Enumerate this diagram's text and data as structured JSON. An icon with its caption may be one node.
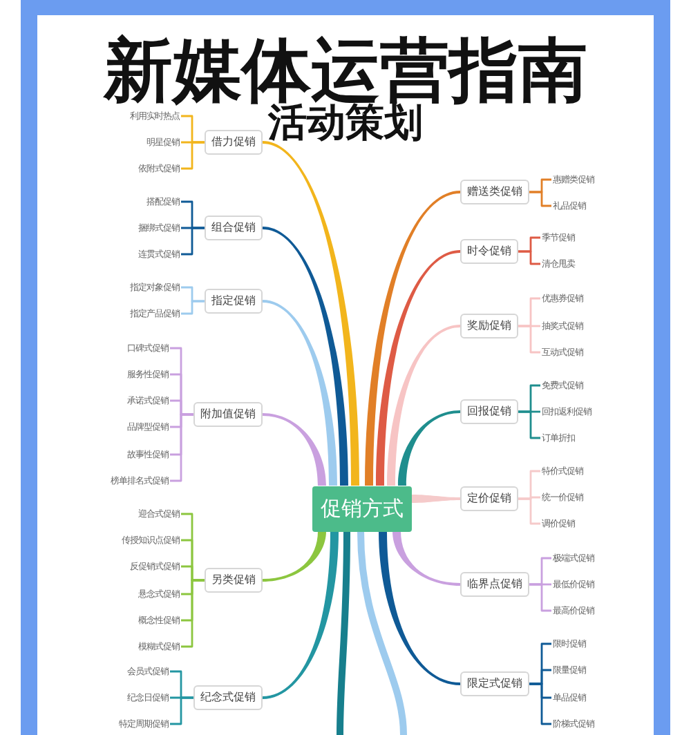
{
  "diagram": {
    "title": "新媒体运营指南",
    "nodes": [
      {
        "text": [
          "促销方式"
        ]
      },
      {
        "text": [
          "借力促销"
        ]
      },
      {
        "text": [
          "利用实时热点"
        ]
      },
      {
        "text": [
          "明星促销"
        ]
      },
      {
        "text": [
          "依附式促销"
        ]
      },
      {
        "text": [
          "组合促销"
        ]
      },
      {
        "text": [
          "搭配促销"
        ]
      },
      {
        "text": [
          "捆绑式促销"
        ]
      },
      {
        "text": [
          "连贯式促销"
        ]
      },
      {
        "text": [
          "指定促销"
        ]
      },
      {
        "text": [
          "指定对象促销"
        ]
      },
      {
        "text": [
          "指定产品促销"
        ]
      },
      {
        "text": [
          "附加值促销"
        ]
      },
      {
        "text": [
          "口碑式促销"
        ]
      },
      {
        "text": [
          "服务性促销"
        ]
      },
      {
        "text": [
          "承诺式促销"
        ]
      },
      {
        "text": [
          "品牌型促销"
        ]
      },
      {
        "text": [
          "故事性促销"
        ]
      },
      {
        "text": [
          "榜单排名式促销"
        ]
      },
      {
        "text": [
          "另类促销"
        ]
      },
      {
        "text": [
          "迎合式促销"
        ]
      },
      {
        "text": [
          "传授知识点促销"
        ]
      },
      {
        "text": [
          "反促销式促销"
        ]
      },
      {
        "text": [
          "悬念式促销"
        ]
      },
      {
        "text": [
          "概念性促销"
        ]
      },
      {
        "text": [
          "模糊式促销"
        ]
      },
      {
        "text": [
          "纪念式促销"
        ]
      },
      {
        "text": [
          "会员式促销"
        ]
      },
      {
        "text": [
          "纪念日促销"
        ]
      },
      {
        "text": [
          "特定周期促销"
        ]
      },
      {
        "text": [
          "赠送类促销"
        ]
      },
      {
        "text": [
          "惠赠类促销"
        ]
      },
      {
        "text": [
          "礼品促销"
        ]
      },
      {
        "text": [
          "时令促销"
        ]
      },
      {
        "text": [
          "季节促销"
        ]
      },
      {
        "text": [
          "清仓甩卖"
        ]
      },
      {
        "text": [
          "奖励促销"
        ]
      },
      {
        "text": [
          "优惠券促销"
        ]
      },
      {
        "text": [
          "抽奖式促销"
        ]
      },
      {
        "text": [
          "互动式促销"
        ]
      },
      {
        "text": [
          "回报促销"
        ]
      },
      {
        "text": [
          "免费式促销"
        ]
      },
      {
        "text": [
          "回扣返利促销"
        ]
      },
      {
        "text": [
          "订单折扣"
        ]
      },
      {
        "text": [
          "定价促销"
        ]
      },
      {
        "text": [
          "特价式促销"
        ]
      },
      {
        "text": [
          "统一价促销"
        ]
      },
      {
        "text": [
          "调价促销"
        ]
      },
      {
        "text": [
          "临界点促销"
        ]
      },
      {
        "text": [
          "极端式促销"
        ]
      },
      {
        "text": [
          "最低价促销"
        ]
      },
      {
        "text": [
          "最高价促销"
        ]
      },
      {
        "text": [
          "限定式促销"
        ]
      },
      {
        "text": [
          "限时促销"
        ]
      },
      {
        "text": [
          "限量促销"
        ]
      },
      {
        "text": [
          "单品促销"
        ]
      },
      {
        "text": [
          "阶梯式促销"
        ]
      }
    ],
    "edges": [
      {
        "from": 0,
        "to": 1,
        "arrow": "none",
        "style": "thick",
        "color": "#f2b51c"
      },
      {
        "from": 1,
        "to": 2,
        "arrow": "none",
        "color": "#f2b51c"
      },
      {
        "from": 1,
        "to": 3,
        "arrow": "none",
        "color": "#f2b51c"
      },
      {
        "from": 1,
        "to": 4,
        "arrow": "none",
        "color": "#f2b51c"
      },
      {
        "from": 0,
        "to": 5,
        "arrow": "none",
        "style": "thick",
        "color": "#0f5a96"
      },
      {
        "from": 5,
        "to": 6,
        "arrow": "none",
        "color": "#0f5a96"
      },
      {
        "from": 5,
        "to": 7,
        "arrow": "none",
        "color": "#0f5a96"
      },
      {
        "from": 5,
        "to": 8,
        "arrow": "none",
        "color": "#0f5a96"
      },
      {
        "from": 0,
        "to": 9,
        "arrow": "none",
        "style": "thick",
        "color": "#9dcbee"
      },
      {
        "from": 9,
        "to": 10,
        "arrow": "none",
        "color": "#9dcbee"
      },
      {
        "from": 9,
        "to": 11,
        "arrow": "none",
        "color": "#9dcbee"
      },
      {
        "from": 0,
        "to": 12,
        "arrow": "none",
        "style": "thick",
        "color": "#c9a0df"
      },
      {
        "from": 12,
        "to": 13,
        "arrow": "none",
        "color": "#c9a0df"
      },
      {
        "from": 12,
        "to": 14,
        "arrow": "none",
        "color": "#c9a0df"
      },
      {
        "from": 12,
        "to": 15,
        "arrow": "none",
        "color": "#c9a0df"
      },
      {
        "from": 12,
        "to": 16,
        "arrow": "none",
        "color": "#c9a0df"
      },
      {
        "from": 12,
        "to": 17,
        "arrow": "none",
        "color": "#c9a0df"
      },
      {
        "from": 12,
        "to": 18,
        "arrow": "none",
        "color": "#c9a0df"
      },
      {
        "from": 0,
        "to": 19,
        "arrow": "none",
        "style": "thick",
        "color": "#8cc63f"
      },
      {
        "from": 19,
        "to": 20,
        "arrow": "none",
        "color": "#8cc63f"
      },
      {
        "from": 19,
        "to": 21,
        "arrow": "none",
        "color": "#8cc63f"
      },
      {
        "from": 19,
        "to": 22,
        "arrow": "none",
        "color": "#8cc63f"
      },
      {
        "from": 19,
        "to": 23,
        "arrow": "none",
        "color": "#8cc63f"
      },
      {
        "from": 19,
        "to": 24,
        "arrow": "none",
        "color": "#8cc63f"
      },
      {
        "from": 19,
        "to": 25,
        "arrow": "none",
        "color": "#8cc63f"
      },
      {
        "from": 0,
        "to": 26,
        "arrow": "none",
        "style": "thick",
        "color": "#2396a2"
      },
      {
        "from": 26,
        "to": 27,
        "arrow": "none",
        "color": "#2396a2"
      },
      {
        "from": 26,
        "to": 28,
        "arrow": "none",
        "color": "#2396a2"
      },
      {
        "from": 26,
        "to": 29,
        "arrow": "none",
        "color": "#2396a2"
      },
      {
        "from": 0,
        "to": 30,
        "arrow": "none",
        "style": "thick",
        "color": "#e17f27"
      },
      {
        "from": 30,
        "to": 31,
        "arrow": "none",
        "color": "#e17f27"
      },
      {
        "from": 30,
        "to": 32,
        "arrow": "none",
        "color": "#e17f27"
      },
      {
        "from": 0,
        "to": 33,
        "arrow": "none",
        "style": "thick",
        "color": "#de5b45"
      },
      {
        "from": 33,
        "to": 34,
        "arrow": "none",
        "color": "#de5b45"
      },
      {
        "from": 33,
        "to": 35,
        "arrow": "none",
        "color": "#de5b45"
      },
      {
        "from": 0,
        "to": 36,
        "arrow": "none",
        "style": "thick",
        "color": "#f7c4c4"
      },
      {
        "from": 36,
        "to": 37,
        "arrow": "none",
        "color": "#f7c4c4"
      },
      {
        "from": 36,
        "to": 38,
        "arrow": "none",
        "color": "#f7c4c4"
      },
      {
        "from": 36,
        "to": 39,
        "arrow": "none",
        "color": "#f7c4c4"
      },
      {
        "from": 0,
        "to": 40,
        "arrow": "none",
        "style": "thick",
        "color": "#1f8e8e"
      },
      {
        "from": 40,
        "to": 41,
        "arrow": "none",
        "color": "#1f8e8e"
      },
      {
        "from": 40,
        "to": 42,
        "arrow": "none",
        "color": "#1f8e8e"
      },
      {
        "from": 40,
        "to": 43,
        "arrow": "none",
        "color": "#1f8e8e"
      },
      {
        "from": 0,
        "to": 44,
        "arrow": "none",
        "style": "thick",
        "color": "#f5caca"
      },
      {
        "from": 44,
        "to": 45,
        "arrow": "none",
        "color": "#f5caca"
      },
      {
        "from": 44,
        "to": 46,
        "arrow": "none",
        "color": "#f5caca"
      },
      {
        "from": 44,
        "to": 47,
        "arrow": "none",
        "color": "#f5caca"
      },
      {
        "from": 0,
        "to": 48,
        "arrow": "none",
        "style": "thick",
        "color": "#c9a0df"
      },
      {
        "from": 48,
        "to": 49,
        "arrow": "none",
        "color": "#c9a0df"
      },
      {
        "from": 48,
        "to": 50,
        "arrow": "none",
        "color": "#c9a0df"
      },
      {
        "from": 48,
        "to": 51,
        "arrow": "none",
        "color": "#c9a0df"
      },
      {
        "from": 0,
        "to": 52,
        "arrow": "none",
        "style": "thick",
        "color": "#0f5a96"
      },
      {
        "from": 52,
        "to": 53,
        "arrow": "none",
        "color": "#0f5a96"
      },
      {
        "from": 52,
        "to": 54,
        "arrow": "none",
        "color": "#0f5a96"
      },
      {
        "from": 52,
        "to": 55,
        "arrow": "none",
        "color": "#0f5a96"
      },
      {
        "from": 52,
        "to": 56,
        "arrow": "none",
        "color": "#0f5a96"
      },
      {
        "from": 0,
        "to": null,
        "arrow": "none",
        "style": "thick",
        "color": "#177f8d"
      },
      {
        "from": 0,
        "to": null,
        "arrow": "none",
        "style": "thick",
        "color": "#9dcbee"
      }
    ],
    "labels": [
      "活动策划"
    ]
  }
}
